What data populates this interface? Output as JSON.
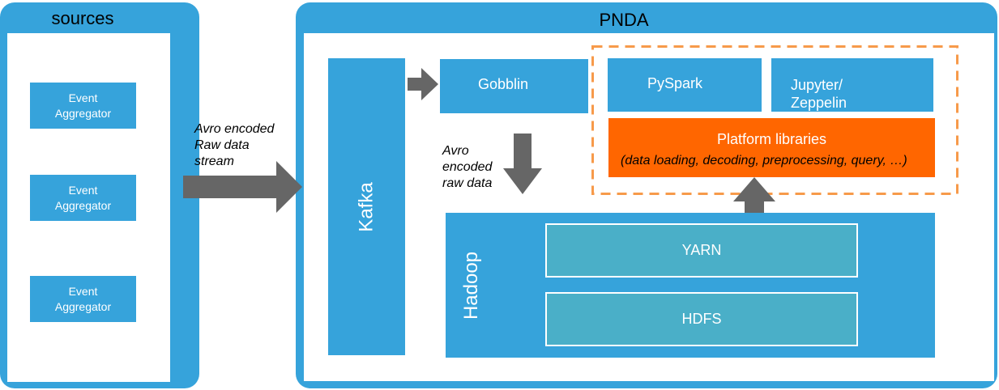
{
  "colors": {
    "panel_blue": "#36a3db",
    "component_blue": "#36a3db",
    "layer_teal": "#4aafc8",
    "platform_orange": "#ff6600",
    "arrow_gray": "#666666",
    "dashed_orange": "#f79a4a"
  },
  "sources": {
    "title": "sources",
    "aggregators": [
      {
        "line1": "Event",
        "line2": "Aggregator"
      },
      {
        "line1": "Event",
        "line2": "Aggregator"
      },
      {
        "line1": "Event",
        "line2": "Aggregator"
      }
    ]
  },
  "labels": {
    "avro_stream": [
      "Avro encoded",
      "Raw data",
      "stream"
    ],
    "avro_raw": [
      "Avro",
      "encoded",
      "raw data"
    ]
  },
  "pnda": {
    "title": "PNDA",
    "kafka": "Kafka",
    "gobblin": "Gobblin",
    "pyspark": "PySpark",
    "jupyter": [
      "Jupyter/",
      "Zeppelin"
    ],
    "platform_title": "Platform libraries",
    "platform_desc": "(data loading, decoding, preprocessing, query, …)",
    "hadoop": "Hadoop",
    "yarn": "YARN",
    "hdfs": "HDFS"
  }
}
